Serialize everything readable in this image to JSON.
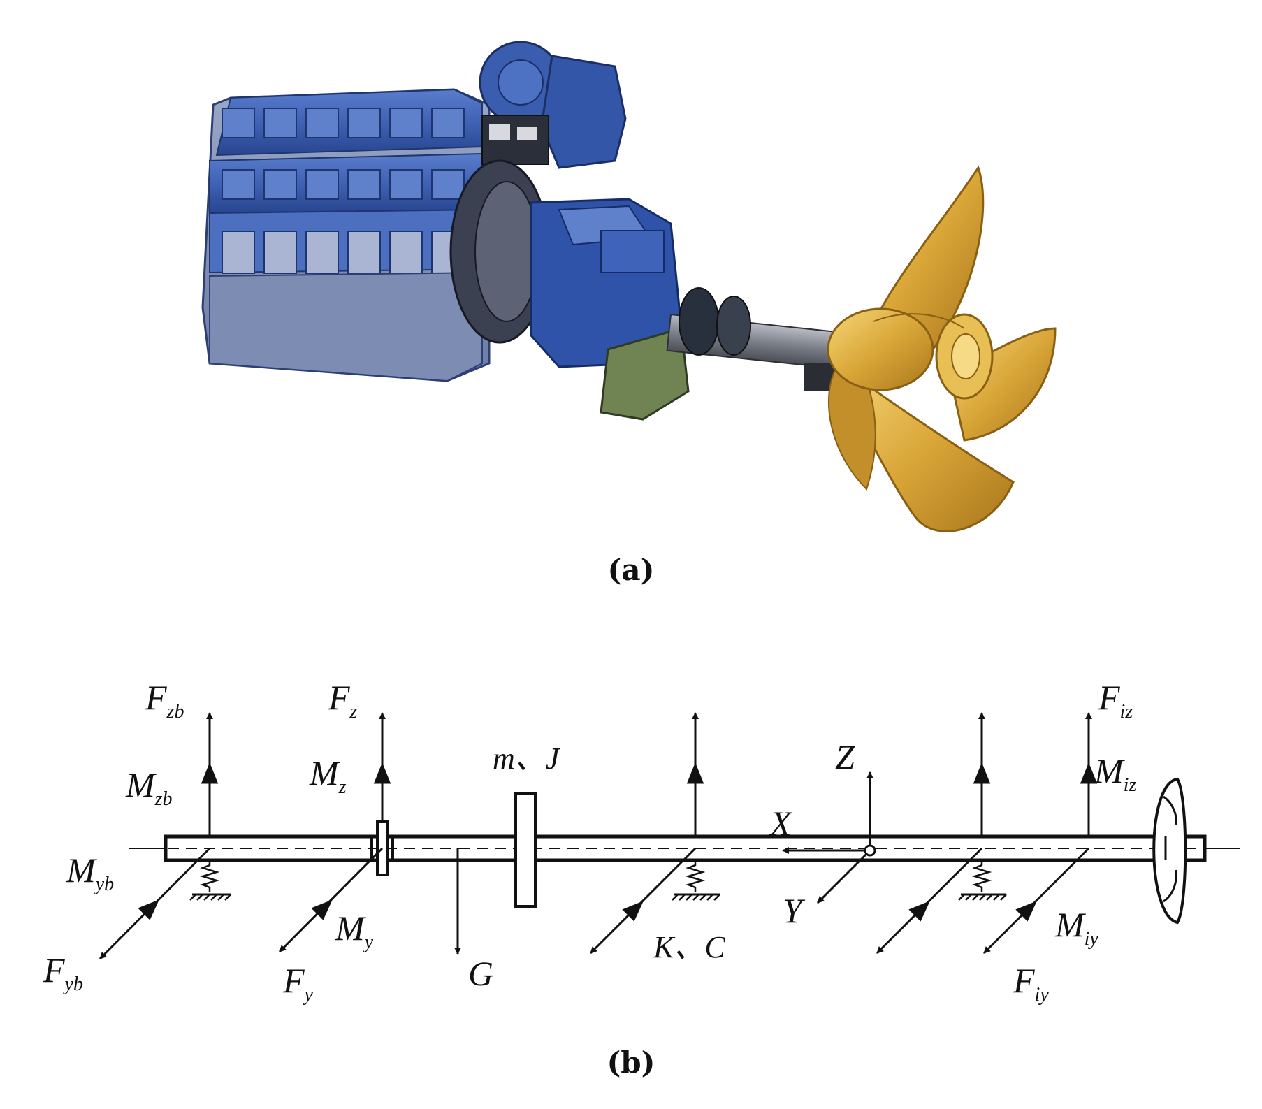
{
  "figure": {
    "caption_a": "(a)",
    "caption_b": "(b)"
  },
  "labels": {
    "m_J": "m、J",
    "K_C": "K、C",
    "X": "X",
    "Y": "Y",
    "Z": "Z",
    "G": "G",
    "F_zb": {
      "main": "F",
      "sub": "zb"
    },
    "M_zb": {
      "main": "M",
      "sub": "zb"
    },
    "M_yb": {
      "main": "M",
      "sub": "yb"
    },
    "F_yb": {
      "main": "F",
      "sub": "yb"
    },
    "F_z": {
      "main": "F",
      "sub": "z"
    },
    "M_z": {
      "main": "M",
      "sub": "z"
    },
    "M_y": {
      "main": "M",
      "sub": "y"
    },
    "F_y": {
      "main": "F",
      "sub": "y"
    },
    "F_iz": {
      "main": "F",
      "sub": "iz"
    },
    "M_iz": {
      "main": "M",
      "sub": "iz"
    },
    "M_iy": {
      "main": "M",
      "sub": "iy"
    },
    "F_iy": {
      "main": "F",
      "sub": "iy"
    }
  },
  "colors": {
    "engine_blue": "#3f62b4",
    "engine_dark": "#243f86",
    "engine_light": "#6f8fd0",
    "shaft_gray": "#7b7f88",
    "propeller_gold": "#d9a638",
    "propeller_light": "#f3cf6a",
    "line": "#111111"
  }
}
